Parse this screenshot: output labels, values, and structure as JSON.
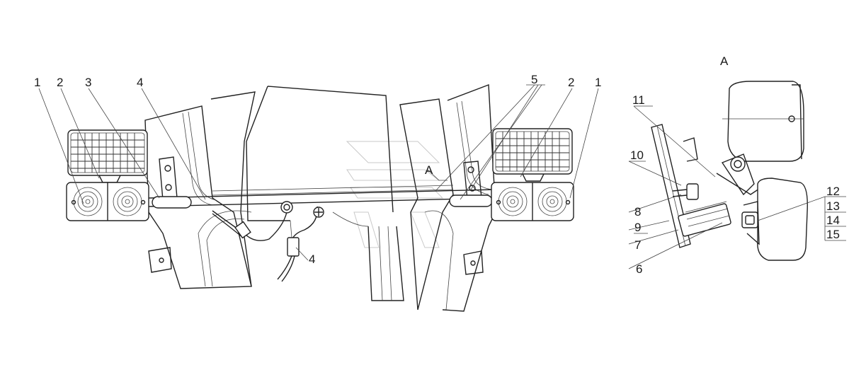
{
  "labels": {
    "main_left": [
      "1",
      "2",
      "3",
      "4"
    ],
    "main_right": [
      "5",
      "2",
      "1"
    ],
    "bottom_4": "4",
    "view_a_marker": "A",
    "view_title": "A",
    "detail": [
      "11",
      "10",
      "8",
      "9",
      "7",
      "6",
      "12",
      "13",
      "14",
      "15"
    ]
  }
}
